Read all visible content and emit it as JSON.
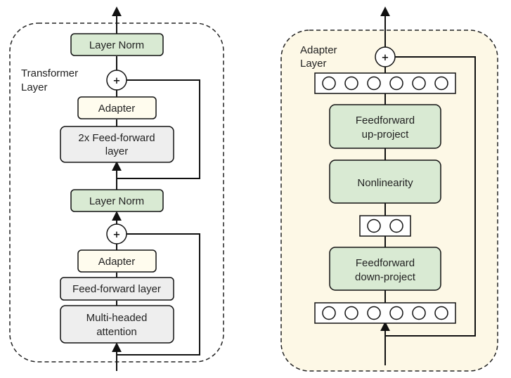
{
  "colors": {
    "green_box": "#d9ead3",
    "yellow_box": "#fffcee",
    "gray_box": "#eeeeee",
    "adapter_panel": "#fdf8e6",
    "stroke": "#111111",
    "dashed_border": "#222222"
  },
  "transformer": {
    "label_line1": "Transformer",
    "label_line2": "Layer",
    "layer_norm_top": "Layer Norm",
    "plus_top": "+",
    "adapter_top": "Adapter",
    "feedforward_2x_line1": "2x Feed-forward",
    "feedforward_2x_line2": "layer",
    "layer_norm_mid": "Layer Norm",
    "plus_bottom": "+",
    "adapter_bottom": "Adapter",
    "feedforward_layer": "Feed-forward layer",
    "attention_line1": "Multi-headed",
    "attention_line2": "attention"
  },
  "adapter": {
    "label_line1": "Adapter",
    "label_line2": "Layer",
    "plus": "+",
    "up_project_line1": "Feedforward",
    "up_project_line2": "up-project",
    "nonlinearity": "Nonlinearity",
    "down_project_line1": "Feedforward",
    "down_project_line2": "down-project",
    "top_vector_units": 6,
    "bottleneck_units": 2,
    "bottom_vector_units": 6
  }
}
